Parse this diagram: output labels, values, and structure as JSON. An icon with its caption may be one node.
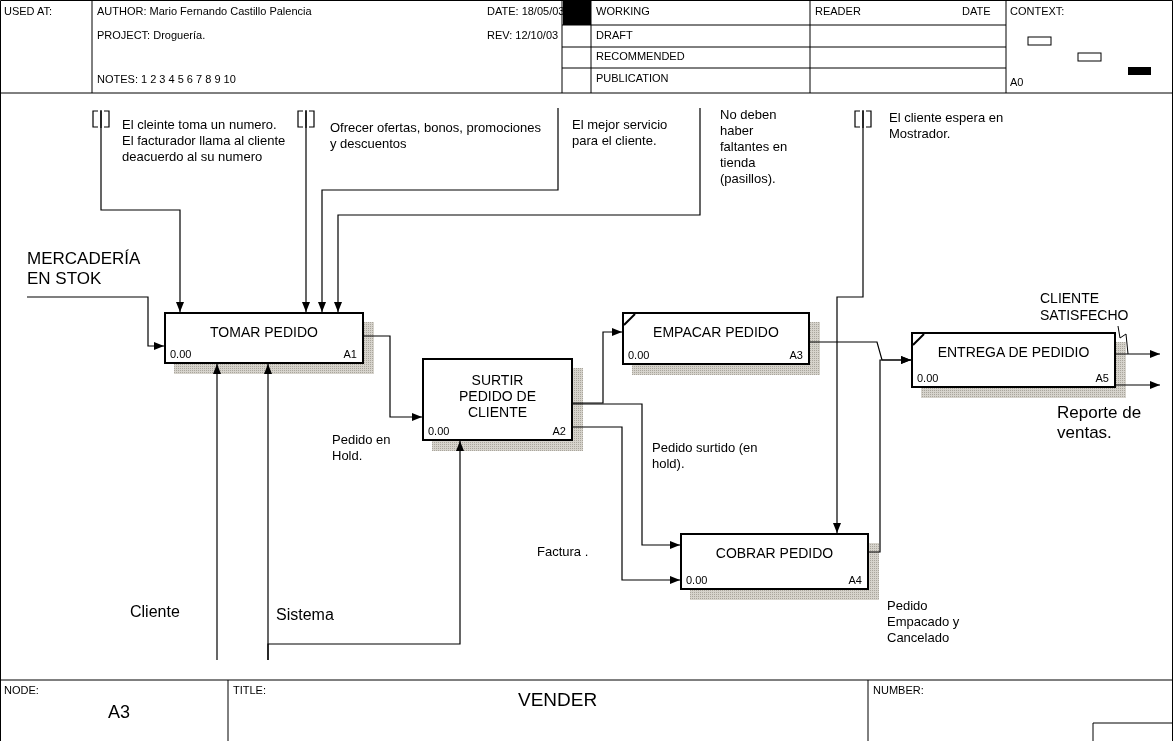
{
  "diagram": {
    "title": "VENDER",
    "nodes": [
      {
        "text": [
          "TOMAR PEDIDO",
          "0.00",
          "A1"
        ]
      },
      {
        "text": [
          "SURTIR PEDIDO DE CLIENTE",
          "0.00",
          "A2"
        ]
      },
      {
        "text": [
          "EMPACAR PEDIDO",
          "0.00",
          "A3"
        ]
      },
      {
        "text": [
          "ENTREGA DE PEDIDIO",
          "0.00",
          "A5"
        ]
      },
      {
        "text": [
          "COBRAR PEDIDO",
          "0.00",
          "A4"
        ]
      },
      {
        "text": [],
        "shape": "bracket"
      },
      {
        "text": [],
        "shape": "bracket"
      },
      {
        "text": [],
        "shape": "bracket"
      }
    ],
    "edges": [
      {
        "from": null,
        "to": 0,
        "arrow": "to",
        "label": "MERCADERÍA EN STOK"
      },
      {
        "from": 5,
        "to": 0,
        "arrow": "to",
        "label": "El cleinte toma un numero. El facturador llama al cliente deacuerdo al su numero"
      },
      {
        "from": 6,
        "to": 0,
        "arrow": "to",
        "label": "Ofrecer ofertas, bonos, promociones  y descuentos"
      },
      {
        "from": null,
        "to": 0,
        "arrow": "to",
        "label": "El mejor servicio para el cliente."
      },
      {
        "from": null,
        "to": 0,
        "arrow": "to",
        "label": "No deben haber faltantes en tienda (pasillos)."
      },
      {
        "from": null,
        "to": 0,
        "arrow": "to",
        "label": "Cliente"
      },
      {
        "from": null,
        "to": 0,
        "arrow": "to",
        "label": "Sistema"
      },
      {
        "from": null,
        "to": 1,
        "arrow": "to"
      },
      {
        "from": 0,
        "to": 1,
        "arrow": "to",
        "label": "Pedido en Hold."
      },
      {
        "from": 1,
        "to": 2,
        "arrow": "to"
      },
      {
        "from": 1,
        "to": 4,
        "arrow": "to",
        "label": "Pedido surtido (en hold)."
      },
      {
        "from": 1,
        "to": 4,
        "arrow": "to",
        "label": "Factura ."
      },
      {
        "from": 7,
        "to": 4,
        "arrow": "to",
        "label": "El cliente espera en Mostrador."
      },
      {
        "from": 2,
        "to": 3,
        "arrow": "to"
      },
      {
        "from": 4,
        "to": 3,
        "arrow": "to",
        "label": "Pedido Empacado y Cancelado"
      },
      {
        "from": 3,
        "to": null,
        "arrow": "to",
        "label": "CLIENTE SATISFECHO"
      },
      {
        "from": 3,
        "to": null,
        "arrow": "to",
        "label": "Reporte de ventas."
      }
    ],
    "labels": [
      "USED AT:",
      "AUTHOR:  Mario Fernando Castillo Palencia",
      "DATE:  18/05/03",
      "WORKING",
      "READER",
      "DATE",
      "CONTEXT:",
      "PROJECT:  Droguería.",
      "REV:  12/10/03",
      "DRAFT",
      "RECOMMENDED",
      "NOTES:  1 2 3 4 5 6 7 8 9 10",
      "PUBLICATION",
      "A0",
      "NODE:",
      "A3",
      "TITLE:",
      "NUMBER:"
    ]
  }
}
